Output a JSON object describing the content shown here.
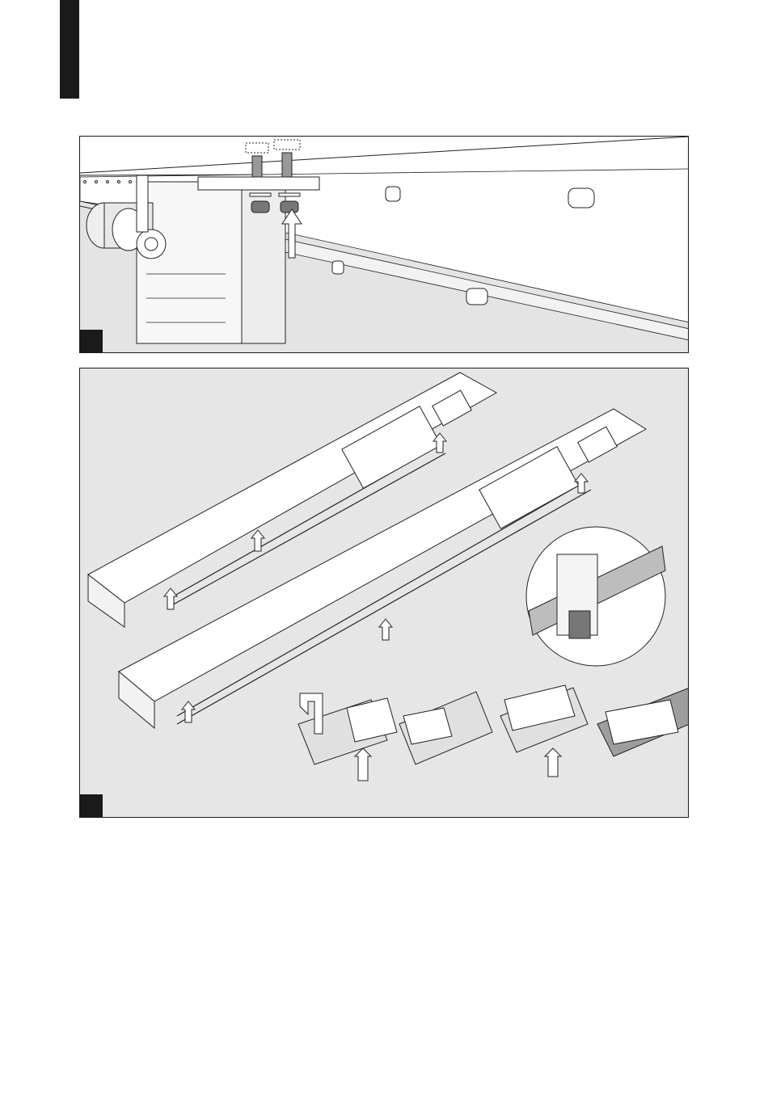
{
  "page": {
    "section_tab_color": "#1a1a1a"
  },
  "figures": [
    {
      "id": "fig-top",
      "number_label": "",
      "background": "#ffffff",
      "icons": [
        "drive-unit-illustration",
        "mounting-bolt",
        "push-up-arrow"
      ]
    },
    {
      "id": "fig-bottom",
      "number_label": "",
      "background": "#e6e6e6",
      "icons": [
        "door-operator-rail-illustration",
        "belt-clamp-detail",
        "magnifier-detail-circle",
        "insert-arrow"
      ]
    }
  ]
}
